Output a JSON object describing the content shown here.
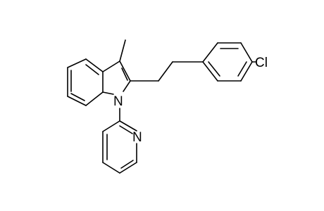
{
  "molecule": {
    "atoms": {
      "N1": "N",
      "N_pyridine": "N",
      "Cl": "Cl"
    }
  }
}
